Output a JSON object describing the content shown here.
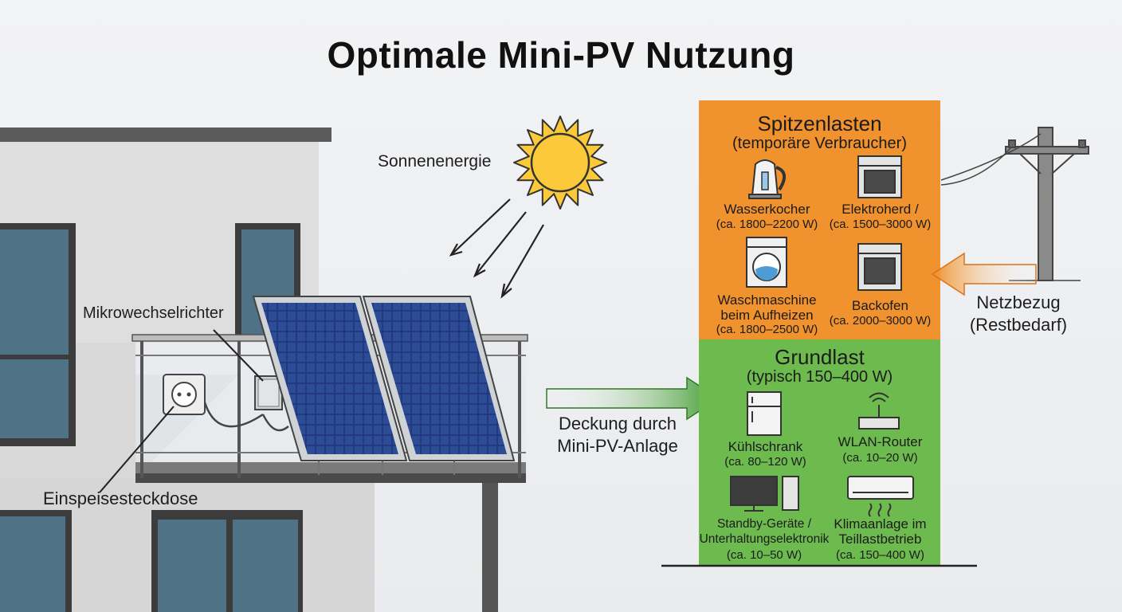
{
  "title": "Optimale Mini-PV Nutzung",
  "labels": {
    "sun": "Sonnenenergie",
    "inverter": "Mikrowechselrichter",
    "socket": "Einspeisesteckdose",
    "coverage_line1": "Deckung durch",
    "coverage_line2": "Mini-PV-Anlage",
    "grid_line1": "Netzbezug",
    "grid_line2": "(Restbedarf)"
  },
  "peak": {
    "title": "Spitzenlasten",
    "subtitle": "(temporäre Verbraucher)",
    "color": "#f0922e",
    "devices": [
      {
        "name": "Wasserkocher",
        "value": "(ca. 1800–2200 W)",
        "icon": "kettle-icon"
      },
      {
        "name": "Elektroherd /",
        "value": "(ca. 1500–3000 W)",
        "icon": "stove-icon"
      },
      {
        "name": "Waschmaschine|beim Aufheizen",
        "value": "(ca. 1800–2500 W)",
        "icon": "washing-machine-icon"
      },
      {
        "name": "Backofen",
        "value": "(ca. 2000–3000 W)",
        "icon": "oven-icon"
      }
    ]
  },
  "base": {
    "title": "Grundlast",
    "subtitle": "(typisch 150–400 W)",
    "color": "#6dbb4e",
    "devices": [
      {
        "name": "Kühlschrank",
        "value": "(ca. 80–120 W)",
        "icon": "fridge-icon"
      },
      {
        "name": "WLAN-Router",
        "value": "(ca. 10–20 W)",
        "icon": "router-icon"
      },
      {
        "name": "Standby-Geräte /|Unterhaltungselektronik",
        "value": "(ca. 10–50 W)",
        "icon": "tv-pc-icon"
      },
      {
        "name": "Klimaanlage im|Teillastbetrieb",
        "value": "(ca. 150–400 W)",
        "icon": "air-conditioner-icon"
      }
    ]
  },
  "colors": {
    "sun": "#fbc93a",
    "panel": "#1f3677",
    "wall": "#dcdcdc",
    "window": "#4d6f82",
    "arrow_green": "#3f9a2f",
    "arrow_orange": "#f0922e"
  }
}
